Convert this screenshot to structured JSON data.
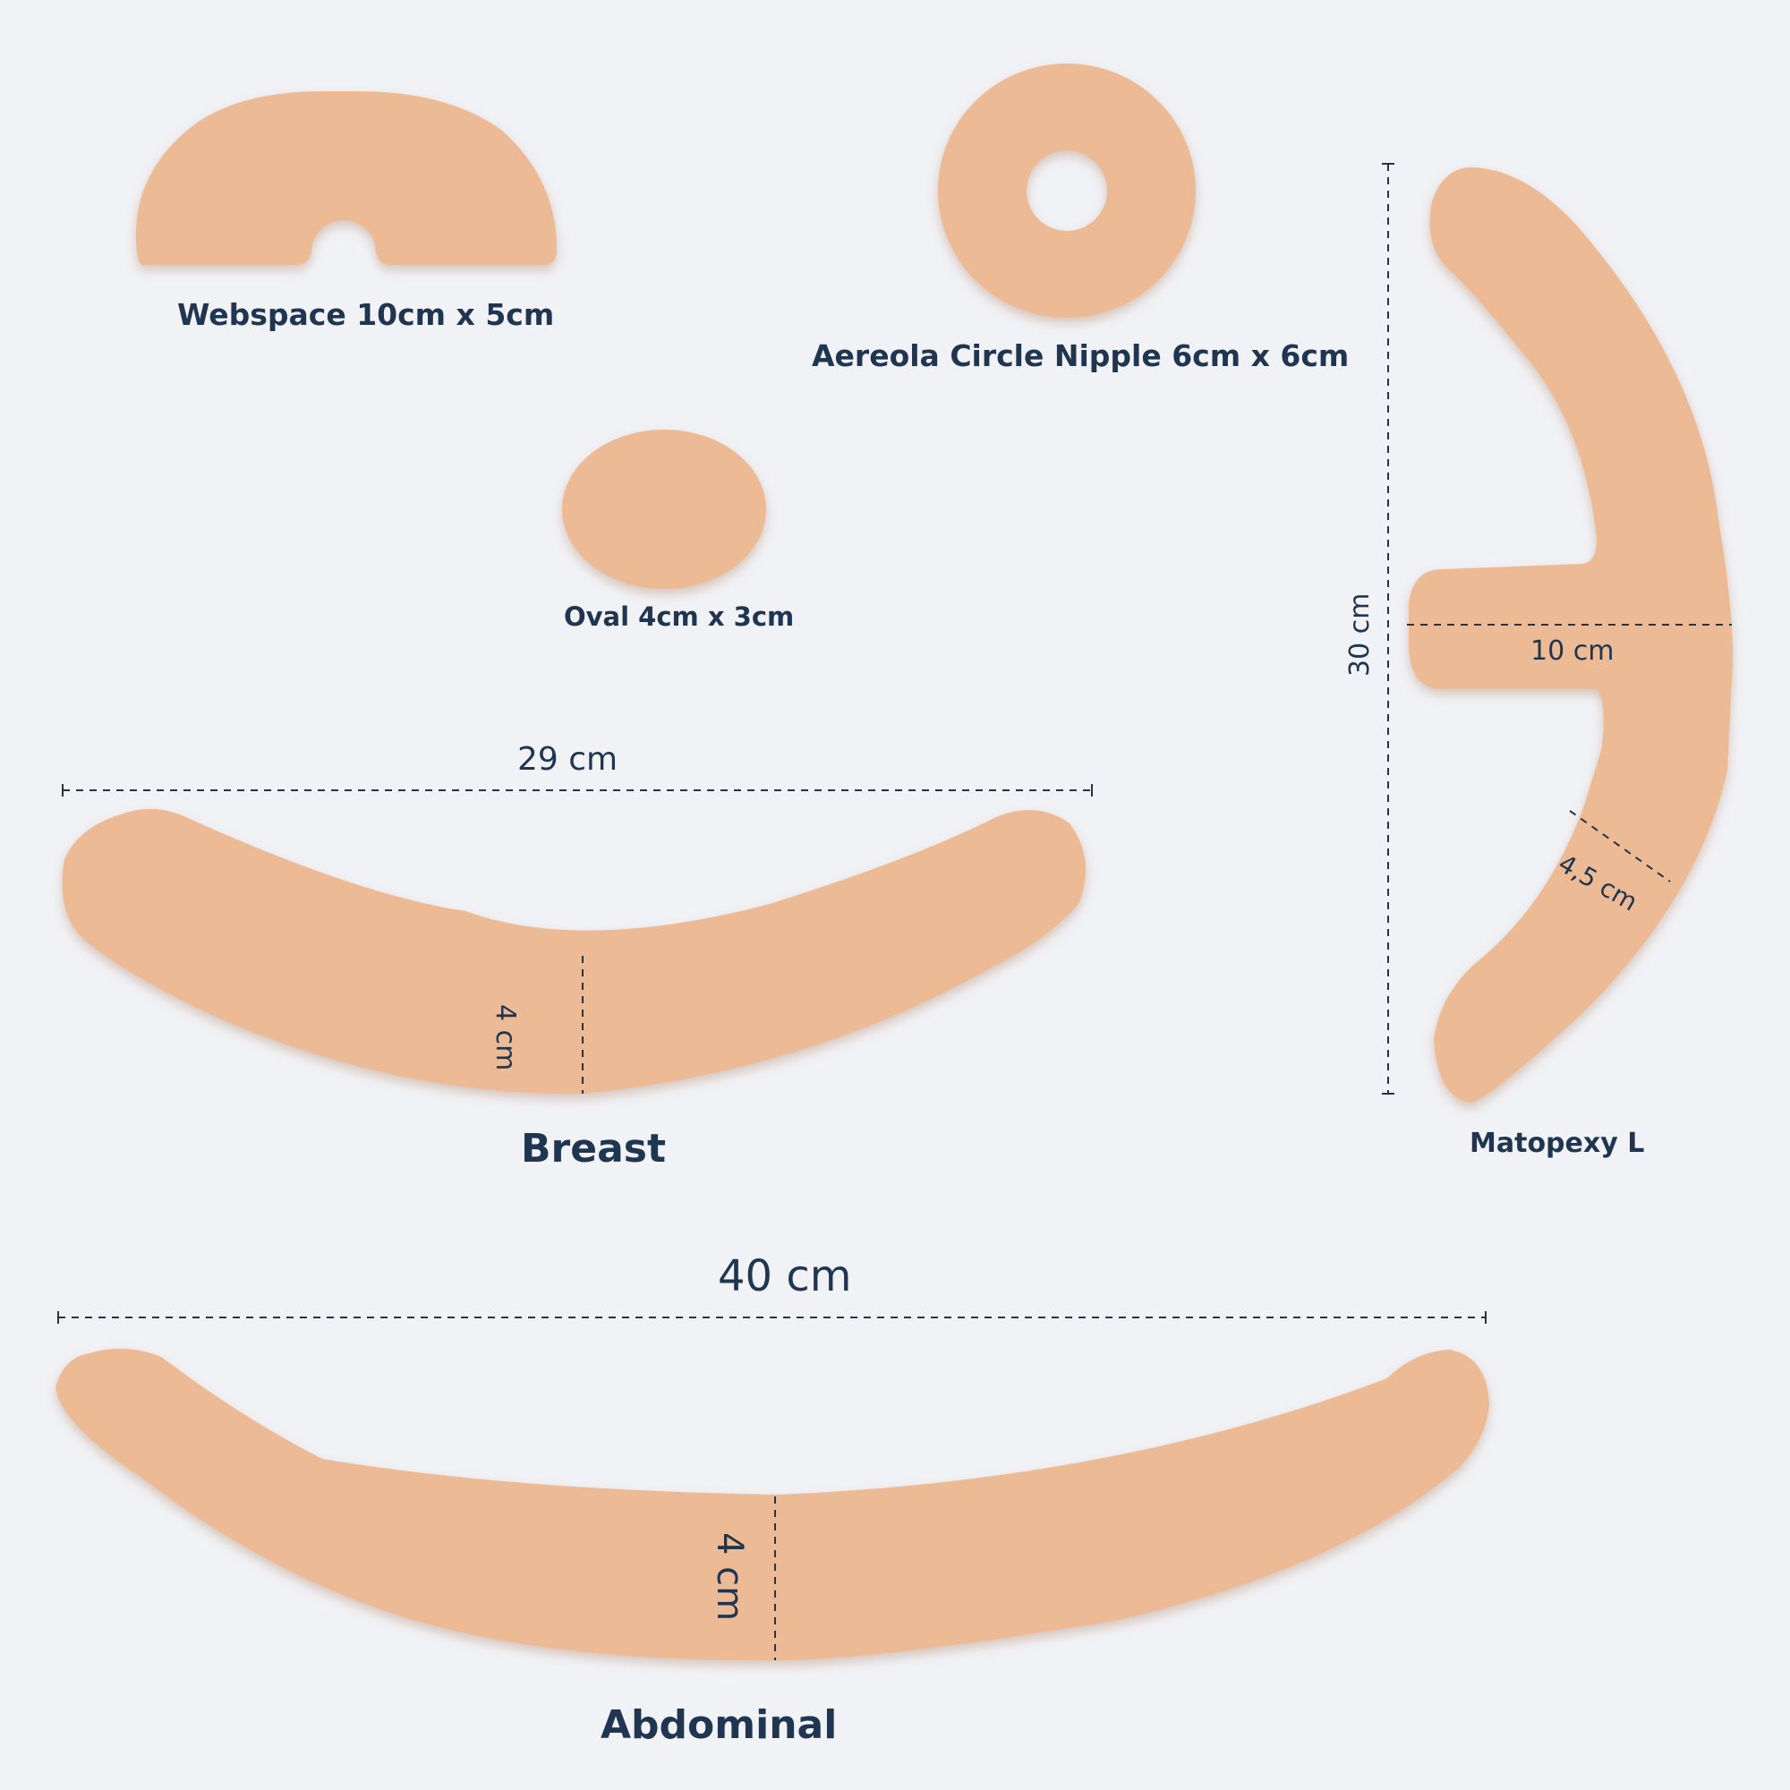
{
  "colors": {
    "background": "#f1f2f6",
    "silicone": "#ecbb96",
    "silicone_shadow": "#c9987a",
    "text": "#1f3550",
    "dimension_line": "#2a3340"
  },
  "products": {
    "webspace": {
      "label": "Webspace 10cm x 5cm"
    },
    "areola": {
      "label": "Aereola Circle Nipple 6cm x 6cm"
    },
    "oval": {
      "label": "Oval 4cm x 3cm"
    },
    "breast": {
      "label": "Breast",
      "length": "29 cm",
      "width": "4 cm"
    },
    "matopexy": {
      "label": "Matopexy L",
      "height": "30 cm",
      "arm_length": "10 cm",
      "width": "4,5 cm"
    },
    "abdominal": {
      "label": "Abdominal",
      "length": "40 cm",
      "width": "4 cm"
    }
  }
}
